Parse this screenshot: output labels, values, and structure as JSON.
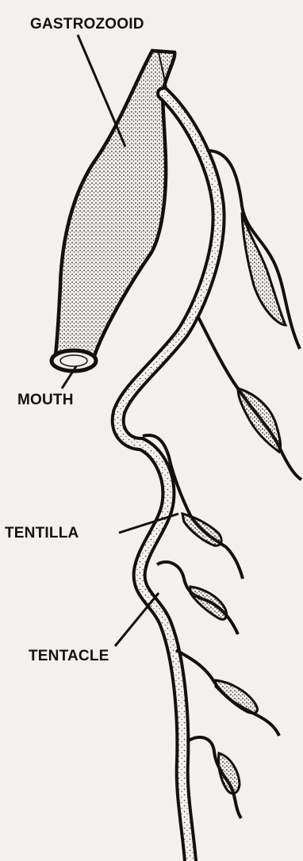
{
  "labels": {
    "gastrozooid": "GASTROZOOID",
    "mouth": "MOUTH",
    "tentilla": "TENTILLA",
    "tentacle": "TENTACLE"
  },
  "colors": {
    "background": "#f4f0ee",
    "ink": "#111111",
    "stipple": "#2a2a2a"
  }
}
